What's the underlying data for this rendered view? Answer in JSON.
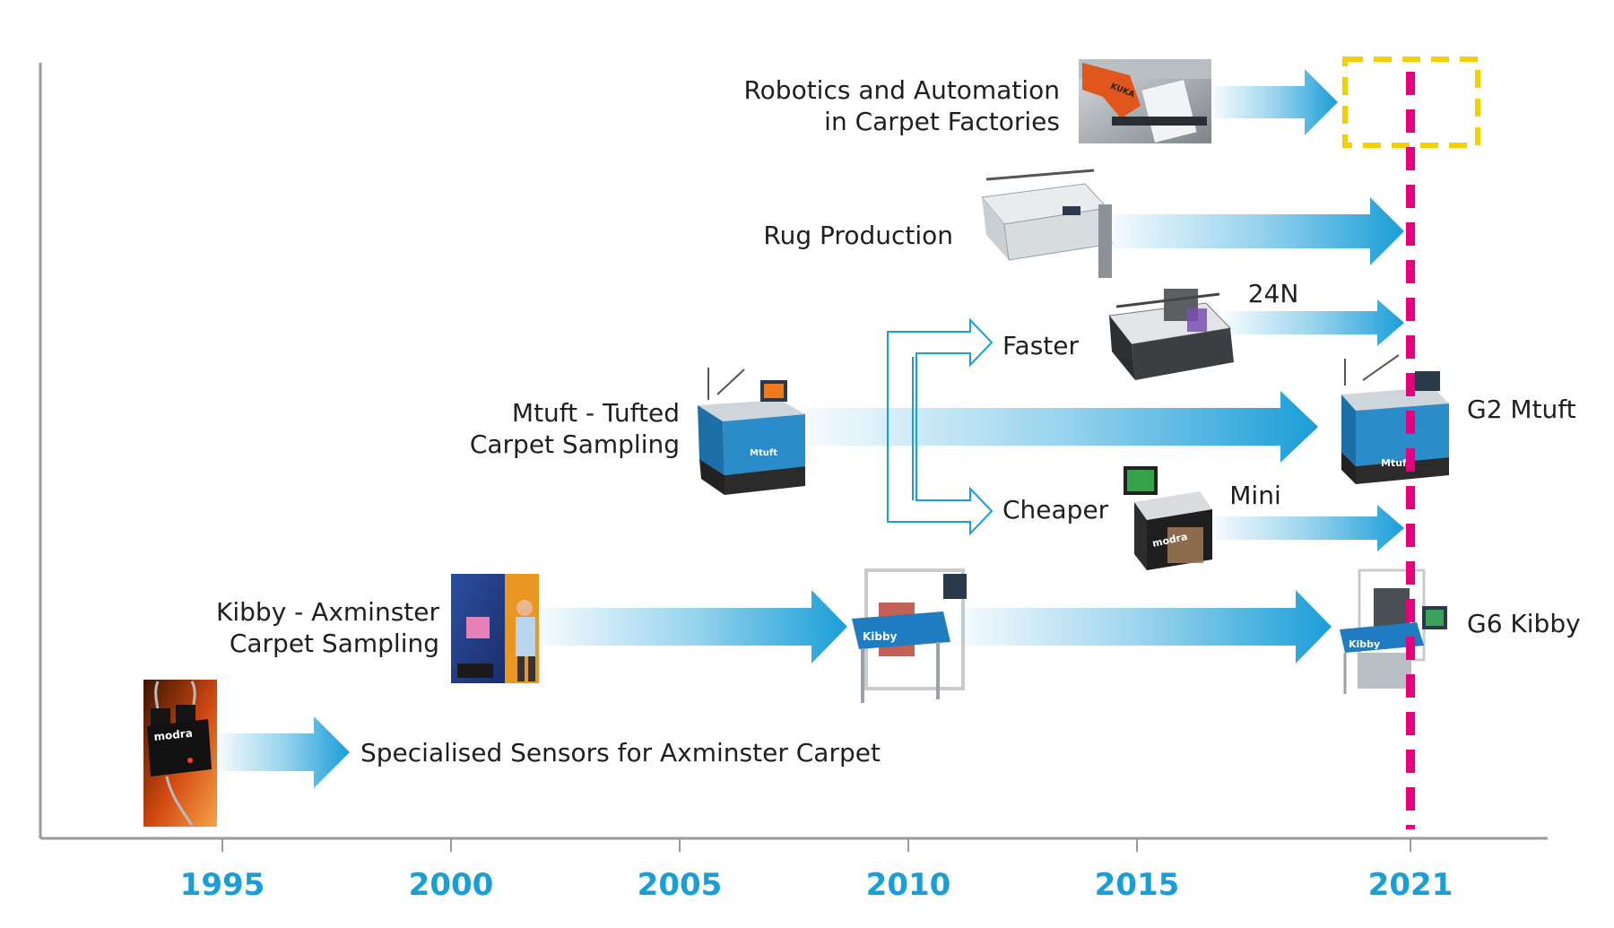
{
  "years": [
    "1995",
    "2000",
    "2005",
    "2010",
    "2015",
    "2021"
  ],
  "labels": {
    "robotics_line1": "Robotics and Automation",
    "robotics_line2": "in Carpet Factories",
    "rug": "Rug Production",
    "n24": "24N",
    "faster": "Faster",
    "mtuft_line1": "Mtuft - Tufted",
    "mtuft_line2": "Carpet Sampling",
    "g2": "G2 Mtuft",
    "cheaper": "Cheaper",
    "mini": "Mini",
    "kibby_line1": "Kibby - Axminster",
    "kibby_line2": "Carpet Sampling",
    "g6": "G6 Kibby",
    "sensors": "Specialised Sensors for Axminster Carpet"
  },
  "product_marks": {
    "sensor": "modra",
    "kibby": "Kibby",
    "mtuft": "Mtuft",
    "mini": "modra",
    "kuka": "KUKA"
  },
  "colors": {
    "arrow": "#1a9ed8",
    "year": "#1a9ed8",
    "now_line": "#e6007e",
    "future_box": "#f5d000",
    "axis": "#9a9a9a"
  }
}
